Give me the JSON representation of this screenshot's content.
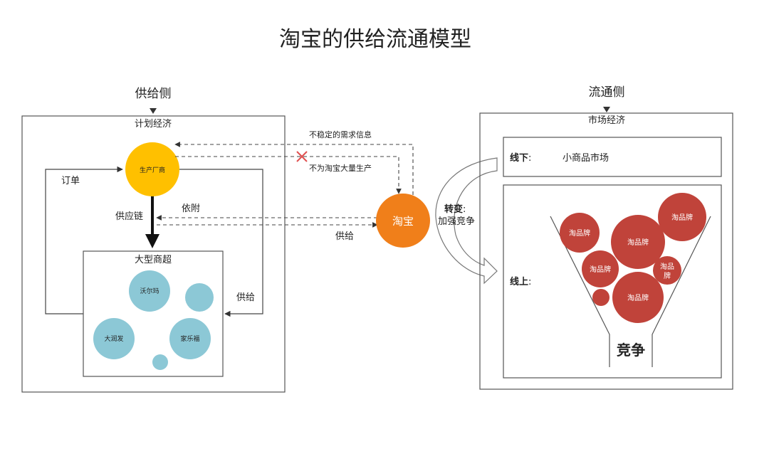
{
  "title": "淘宝的供给流通模型",
  "supply_side": {
    "header": "供给侧",
    "economy": "计划经济",
    "manufacturer": "生产厂商",
    "order_label": "订单",
    "supply_chain_label": "供应链",
    "supply_label": "供给",
    "supermarket": {
      "title": "大型商超",
      "stores": [
        "沃尔玛",
        "大润发",
        "家乐福"
      ]
    }
  },
  "taobao": {
    "label": "淘宝",
    "unstable_info": "不稳定的需求信息",
    "no_mass_production": "不为淘宝大量生产",
    "depend": "依附",
    "supply": "供给"
  },
  "transform": {
    "title": "转变",
    "colon": ":",
    "subtitle": "加强竞争"
  },
  "circulation_side": {
    "header": "流通侧",
    "economy": "市场经济",
    "offline_label": "线下",
    "offline_colon": ":",
    "offline_value": "小商品市场",
    "online_label": "线上",
    "online_colon": ":",
    "brand": "淘品牌",
    "brand_split_top": "淘品",
    "brand_split_bottom": "牌",
    "competition": "竞争"
  },
  "colors": {
    "manufacturer": "#FFC000",
    "taobao": "#F07F1A",
    "store_bubble": "#8CC8D6",
    "brand_bubble": "#C0433A",
    "frame": "#555555",
    "cross": "#E05050"
  }
}
